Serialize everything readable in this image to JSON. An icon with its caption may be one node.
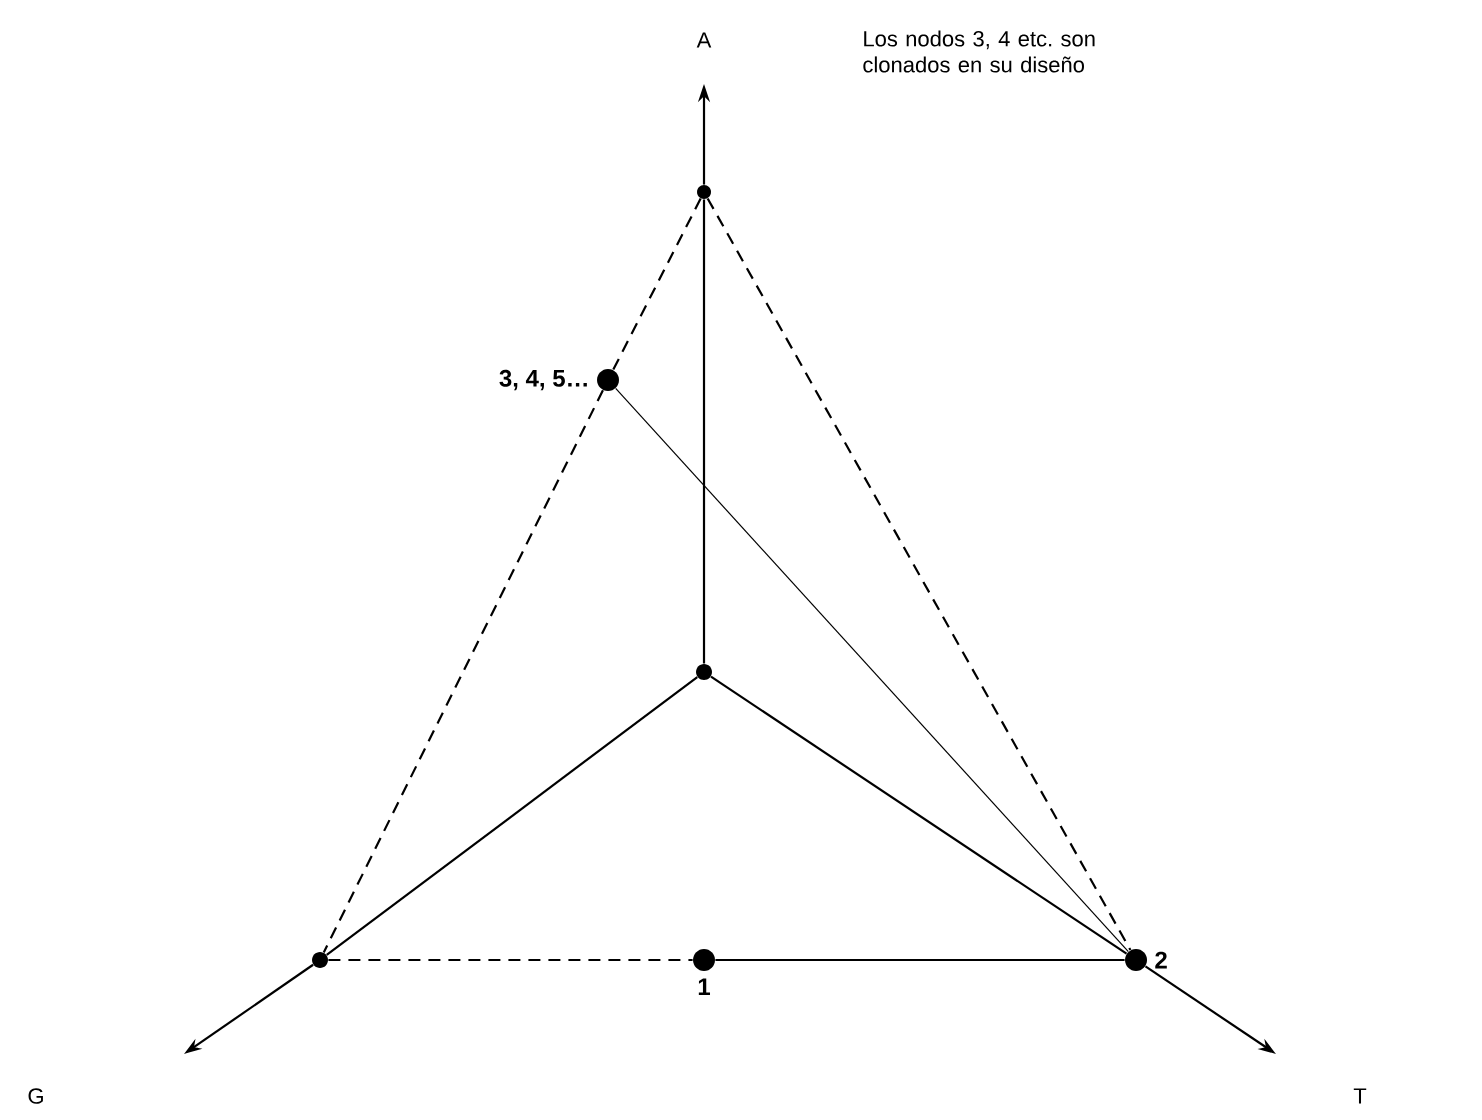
{
  "diagram": {
    "nodes": [
      {
        "text": [],
        "shape": "circle"
      },
      {
        "text": [],
        "shape": "circle",
        "beside": [
          "3, 4, 5…"
        ]
      },
      {
        "text": [],
        "shape": "circle"
      },
      {
        "text": [],
        "shape": "circle"
      },
      {
        "text": [],
        "shape": "circle",
        "beside": [
          "1"
        ]
      },
      {
        "text": [],
        "shape": "circle",
        "beside": [
          "2"
        ]
      }
    ],
    "edges": [
      {
        "from": 0,
        "to": null,
        "arrow": "to"
      },
      {
        "from": 2,
        "to": 0,
        "arrow": "none"
      },
      {
        "from": 2,
        "to": 3,
        "arrow": "none"
      },
      {
        "from": 3,
        "to": null,
        "arrow": "to"
      },
      {
        "from": 2,
        "to": 5,
        "arrow": "none"
      },
      {
        "from": 5,
        "to": null,
        "arrow": "to"
      },
      {
        "from": 0,
        "to": 1,
        "arrow": "none",
        "style": "dashed"
      },
      {
        "from": 1,
        "to": 3,
        "arrow": "none",
        "style": "dashed"
      },
      {
        "from": 0,
        "to": 5,
        "arrow": "none",
        "style": "dashed"
      },
      {
        "from": 3,
        "to": 4,
        "arrow": "none",
        "style": "dashed"
      },
      {
        "from": 4,
        "to": 5,
        "arrow": "none"
      },
      {
        "from": 1,
        "to": 5,
        "arrow": "none"
      }
    ],
    "labels": [
      "A",
      "G",
      "T",
      "Los nodos 3, 4 etc. son clonados en su diseño"
    ]
  }
}
